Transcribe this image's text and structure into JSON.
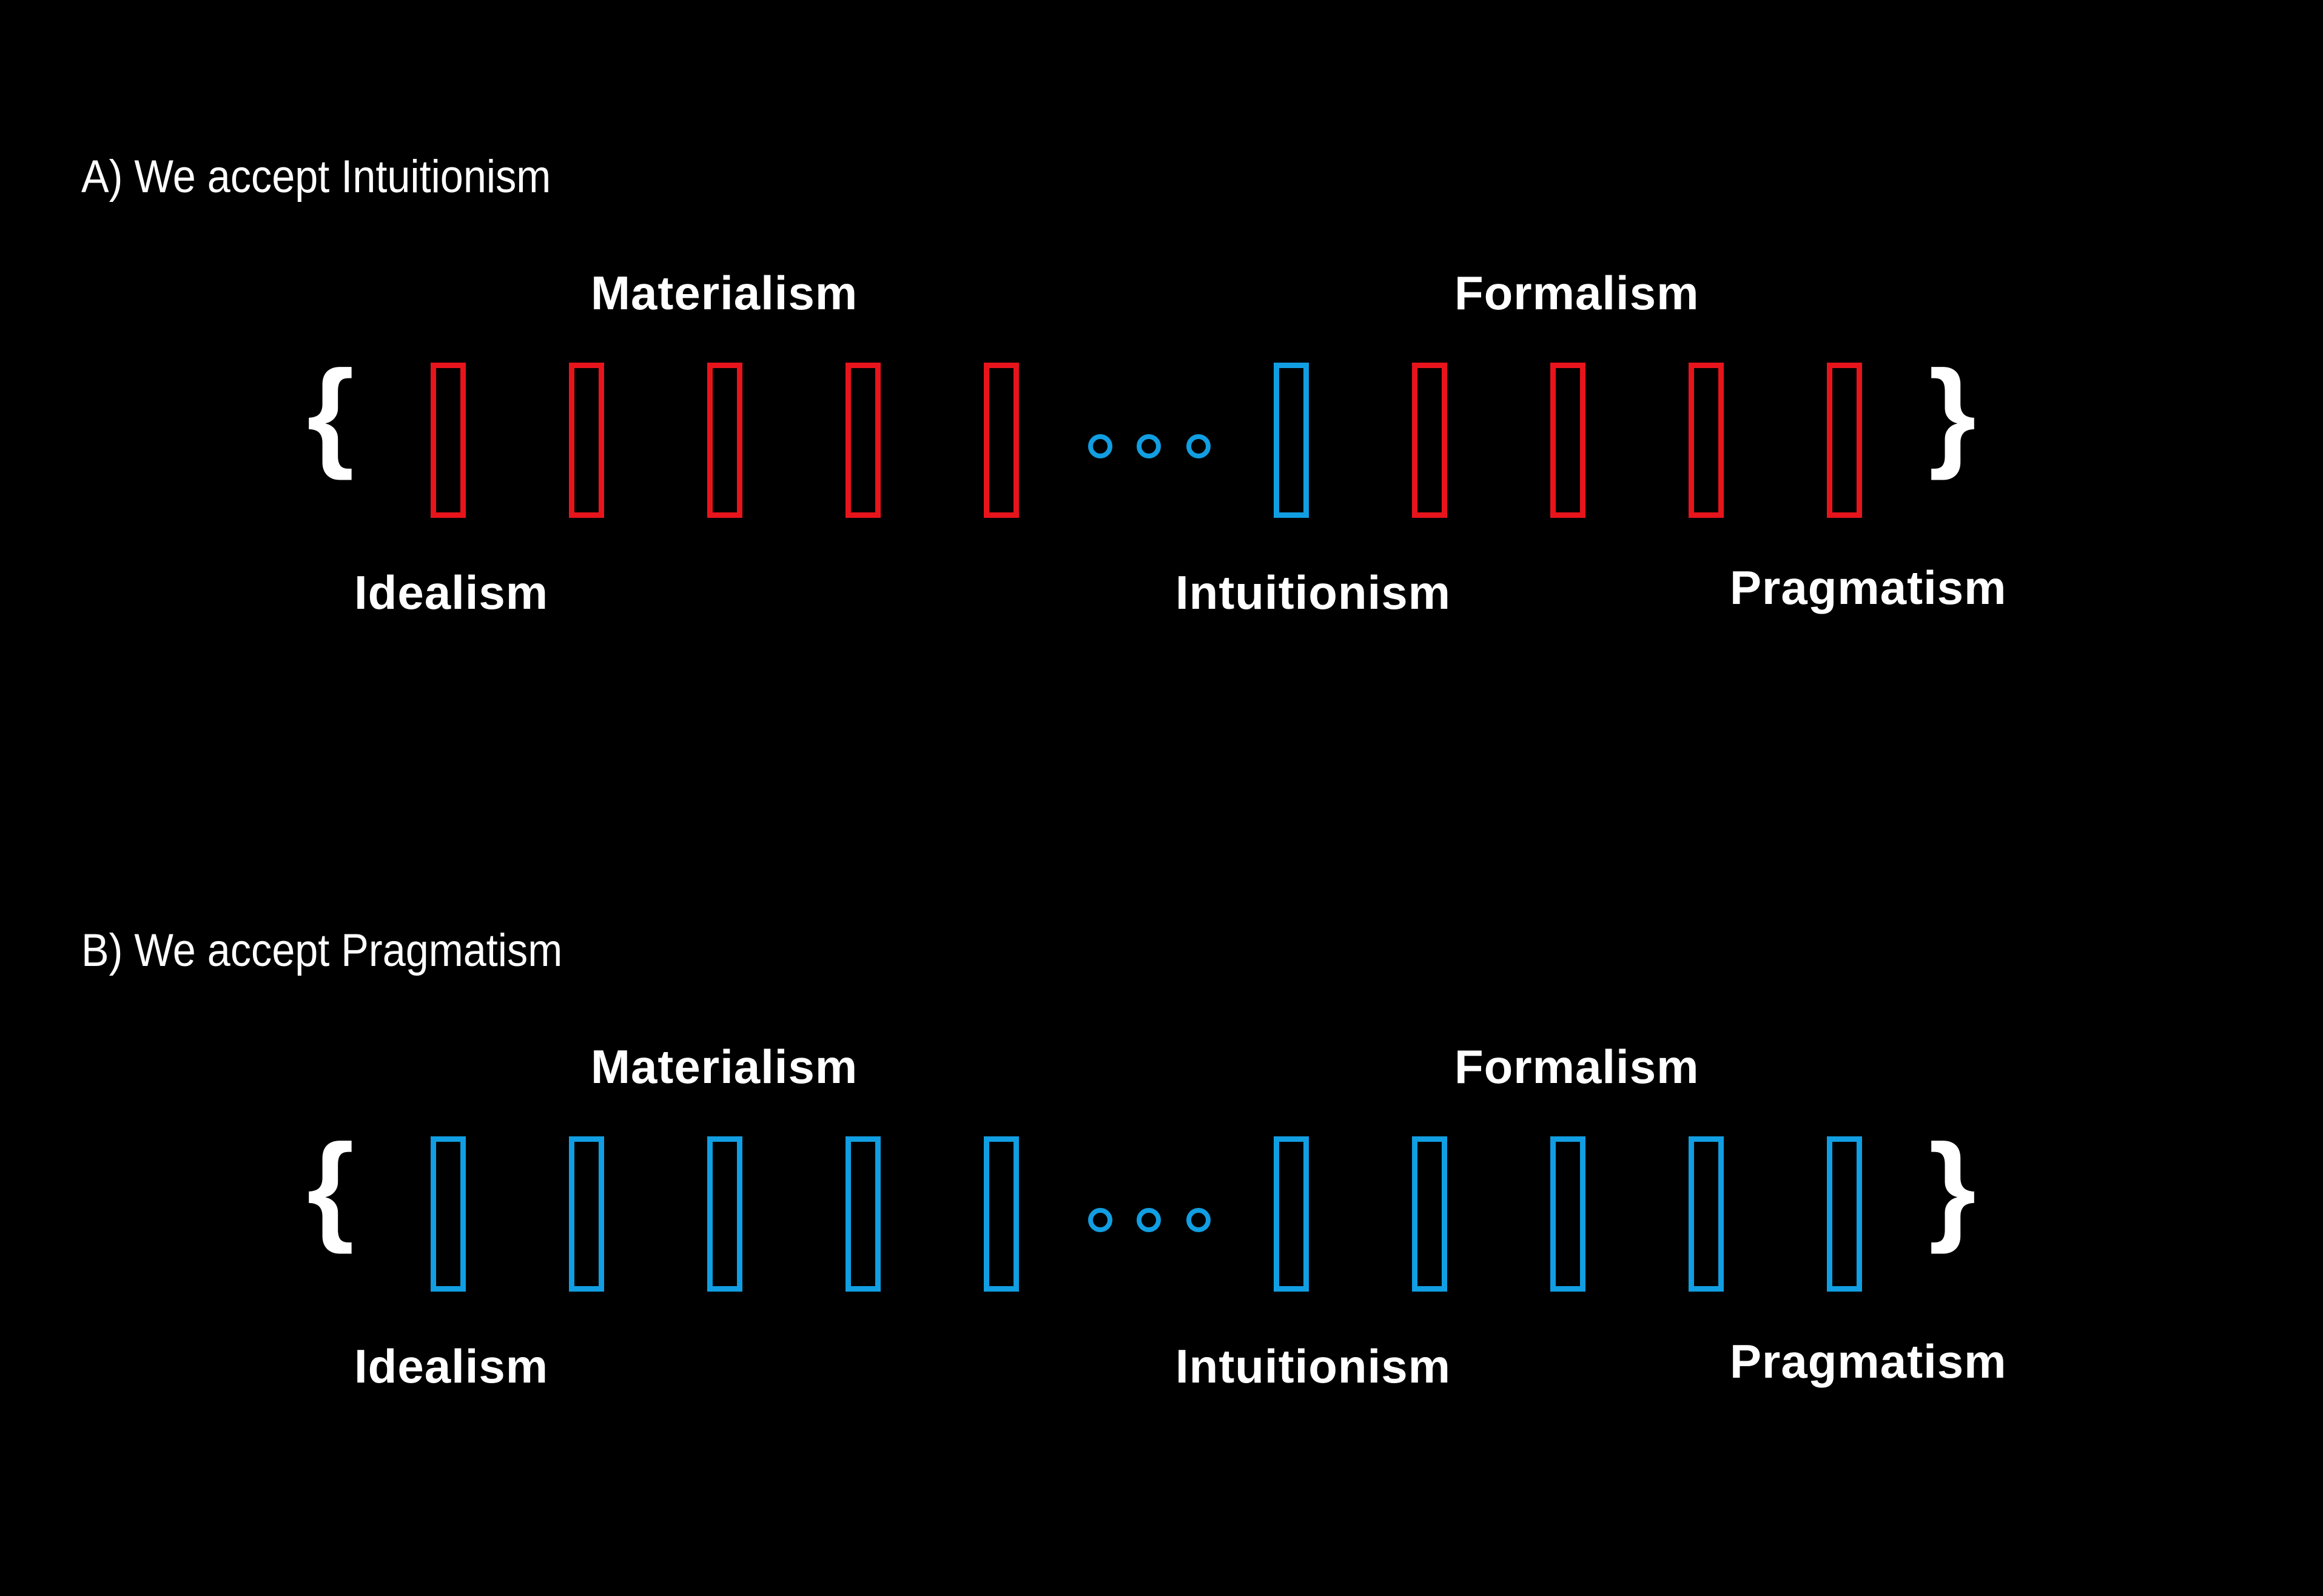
{
  "colors": {
    "background": "#000000",
    "text": "#ffffff",
    "rejected": "#e8141c",
    "accepted": "#119ee2"
  },
  "panels": [
    {
      "heading": "A) We accept Intuitionism",
      "labels": {
        "materialism": "Materialism",
        "formalism": "Formalism",
        "idealism": "Idealism",
        "intuitionism": "Intuitionism",
        "pragmatism": "Pragmatism"
      },
      "left_brace": "{",
      "right_brace": "}",
      "left_boxes": [
        "rejected",
        "rejected",
        "rejected",
        "rejected",
        "rejected"
      ],
      "right_boxes": [
        "accepted",
        "rejected",
        "rejected",
        "rejected",
        "rejected"
      ],
      "ellipsis_color": "accepted"
    },
    {
      "heading": "B) We accept Pragmatism",
      "labels": {
        "materialism": "Materialism",
        "formalism": "Formalism",
        "idealism": "Idealism",
        "intuitionism": "Intuitionism",
        "pragmatism": "Pragmatism"
      },
      "left_brace": "{",
      "right_brace": "}",
      "left_boxes": [
        "accepted",
        "accepted",
        "accepted",
        "accepted",
        "accepted"
      ],
      "right_boxes": [
        "accepted",
        "accepted",
        "accepted",
        "accepted",
        "accepted"
      ],
      "ellipsis_color": "accepted"
    }
  ]
}
